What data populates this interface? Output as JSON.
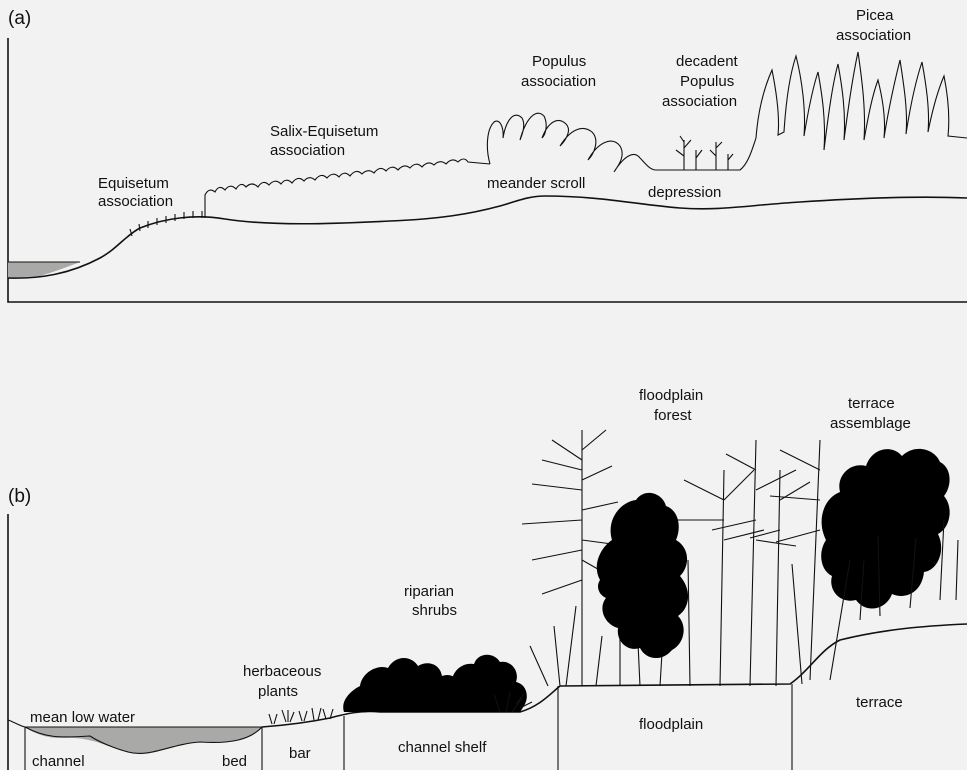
{
  "panel_a": {
    "label": "(a)",
    "equisetum_l1": "Equisetum",
    "equisetum_l2": "association",
    "salix_l1": "Salix-Equisetum",
    "salix_l2": "association",
    "populus_l1": "Populus",
    "populus_l2": "association",
    "decadent_l1": "decadent",
    "decadent_l2": "Populus",
    "decadent_l3": "association",
    "picea_l1": "Picea",
    "picea_l2": "association",
    "meander_scroll": "meander scroll",
    "depression": "depression"
  },
  "panel_b": {
    "label": "(b)",
    "floodplain_forest_l1": "floodplain",
    "floodplain_forest_l2": "forest",
    "terrace_assemblage_l1": "terrace",
    "terrace_assemblage_l2": "assemblage",
    "riparian_l1": "riparian",
    "riparian_l2": "shrubs",
    "herbaceous_l1": "herbaceous",
    "herbaceous_l2": "plants",
    "mean_low_water": "mean low water",
    "channel": "channel",
    "bed": "bed",
    "bar": "bar",
    "channel_shelf": "channel shelf",
    "floodplain": "floodplain",
    "terrace": "terrace"
  }
}
